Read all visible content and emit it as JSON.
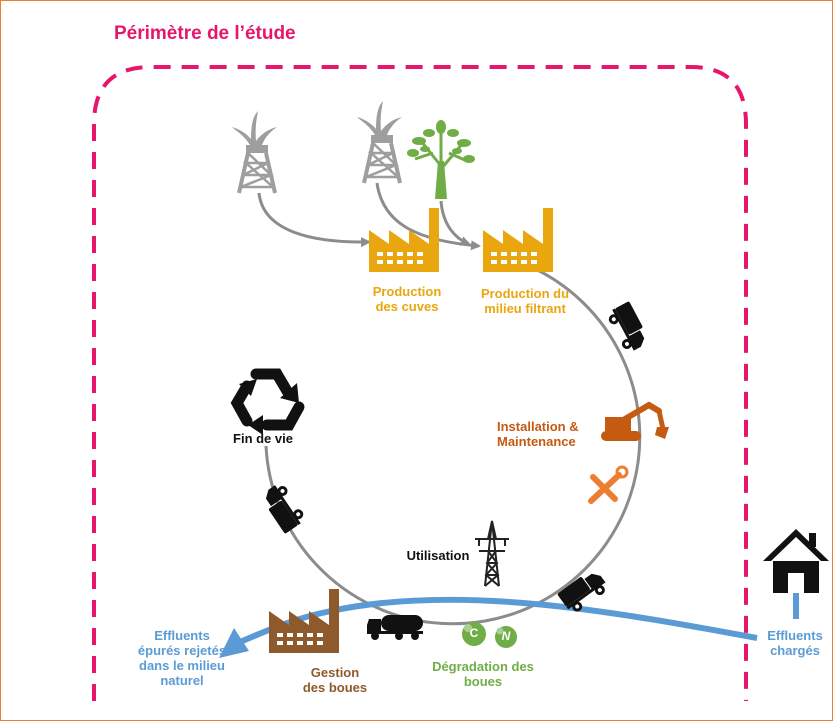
{
  "title": "Périmètre de l’étude",
  "labels": {
    "production_cuves": "Production\ndes cuves",
    "production_milieu": "Production du\nmilieu filtrant",
    "installation": "Installation &\nMaintenance",
    "fin_de_vie": "Fin de vie",
    "utilisation": "Utilisation",
    "gestion_boues": "Gestion\ndes boues",
    "degradation": "Dégradation des\nboues",
    "effluents_epures": "Effluents\népurés rejetés\ndans le milieu\nnaturel",
    "effluents_charges": "Effluents\nchargés",
    "carbon_symbol": "C",
    "nitrogen_symbol": "N"
  },
  "colors": {
    "perimeter": "#E6166C",
    "production": "#E9A60F",
    "installation": "#C55A11",
    "effluent": "#5B9BD5",
    "degradation": "#70AD47",
    "sludge": "#8E5A2C",
    "cycle_arrow": "#8C8C8C"
  },
  "icons": [
    "oil-derrick-icon",
    "tree-icon",
    "factory-icon",
    "truck-icon",
    "excavator-icon",
    "tools-icon",
    "recycle-icon",
    "power-pylon-icon",
    "house-icon",
    "tanker-truck-icon",
    "carbon-bubble-icon",
    "nitrogen-bubble-icon"
  ]
}
